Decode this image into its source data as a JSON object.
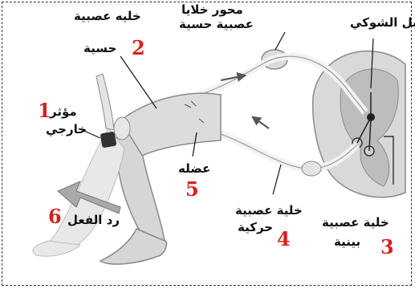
{
  "diagram": {
    "labels": {
      "spinal_cord": "الحبل الشوكي",
      "sensory_axon_line1": "محور خلايا",
      "sensory_axon_line2": "عصبية حسية",
      "sensory_neuron_line1": "خليه عصبية",
      "sensory_neuron_line2": "حسية",
      "stimulus_line1": "مؤثر",
      "stimulus_line2": "خارجي",
      "muscle": "عضله",
      "motor_neuron_line1": "خلية عصبية",
      "motor_neuron_line2": "حركية",
      "interneuron_line1": "خلية عصبية",
      "interneuron_line2": "بينية",
      "response": "رد الفعل"
    },
    "numbers": {
      "stimulus": "1",
      "sensory_neuron": "2",
      "interneuron": "3",
      "motor_neuron": "4",
      "muscle": "5",
      "response": "6"
    },
    "colors": {
      "number": "#d8221e",
      "label": "#111111",
      "figure": "#d4d4d4",
      "outline": "#8a8a8a"
    }
  }
}
